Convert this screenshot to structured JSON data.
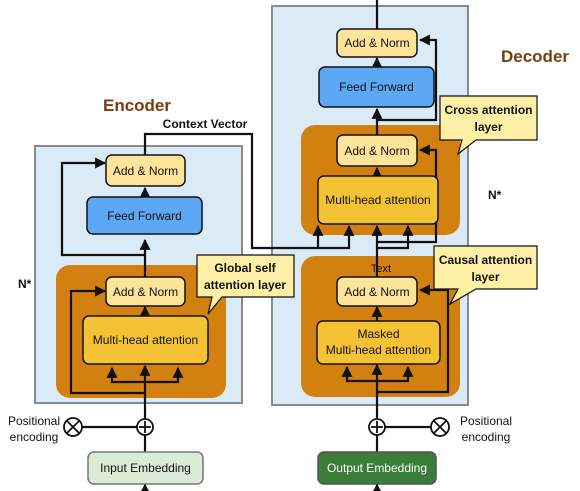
{
  "encoder": {
    "title": "Encoder",
    "add_norm_top": "Add & Norm",
    "feed_forward": "Feed Forward",
    "add_norm_attn": "Add & Norm",
    "attention": "Multi-head attention",
    "callout_line1": "Global self",
    "callout_line2": "attention layer",
    "repeat": "N*",
    "positional_line1": "Positional",
    "positional_line2": "encoding",
    "embedding": "Input Embedding"
  },
  "decoder": {
    "title": "Decoder",
    "add_norm_top": "Add & Norm",
    "feed_forward": "Feed Forward",
    "cross_add_norm": "Add & Norm",
    "cross_attention": "Multi-head attention",
    "cross_callout_line1": "Cross attention",
    "cross_callout_line2": "layer",
    "masked_add_norm": "Add & Norm",
    "masked_attention_line1": "Masked",
    "masked_attention_line2": "Multi-head attention",
    "causal_callout_line1": "Causal attention",
    "causal_callout_line2": "layer",
    "text_label": "Text",
    "repeat": "N*",
    "positional_line1": "Positional",
    "positional_line2": "encoding",
    "embedding": "Output Embedding"
  },
  "context_vector": "Context Vector",
  "colors": {
    "panel_fill": "#dbeaf7",
    "panel_stroke": "#8a8a8a",
    "sublayer_fill": "#d2800f",
    "add_norm_fill": "#fde49a",
    "attention_fill": "#f4c232",
    "feed_forward_fill": "#5ca8f4",
    "callout_fill": "#fdf0a6",
    "input_embedding_fill": "#dcebd6",
    "output_embedding_fill": "#3c7d3a",
    "title_color": "#7a3e0e"
  }
}
